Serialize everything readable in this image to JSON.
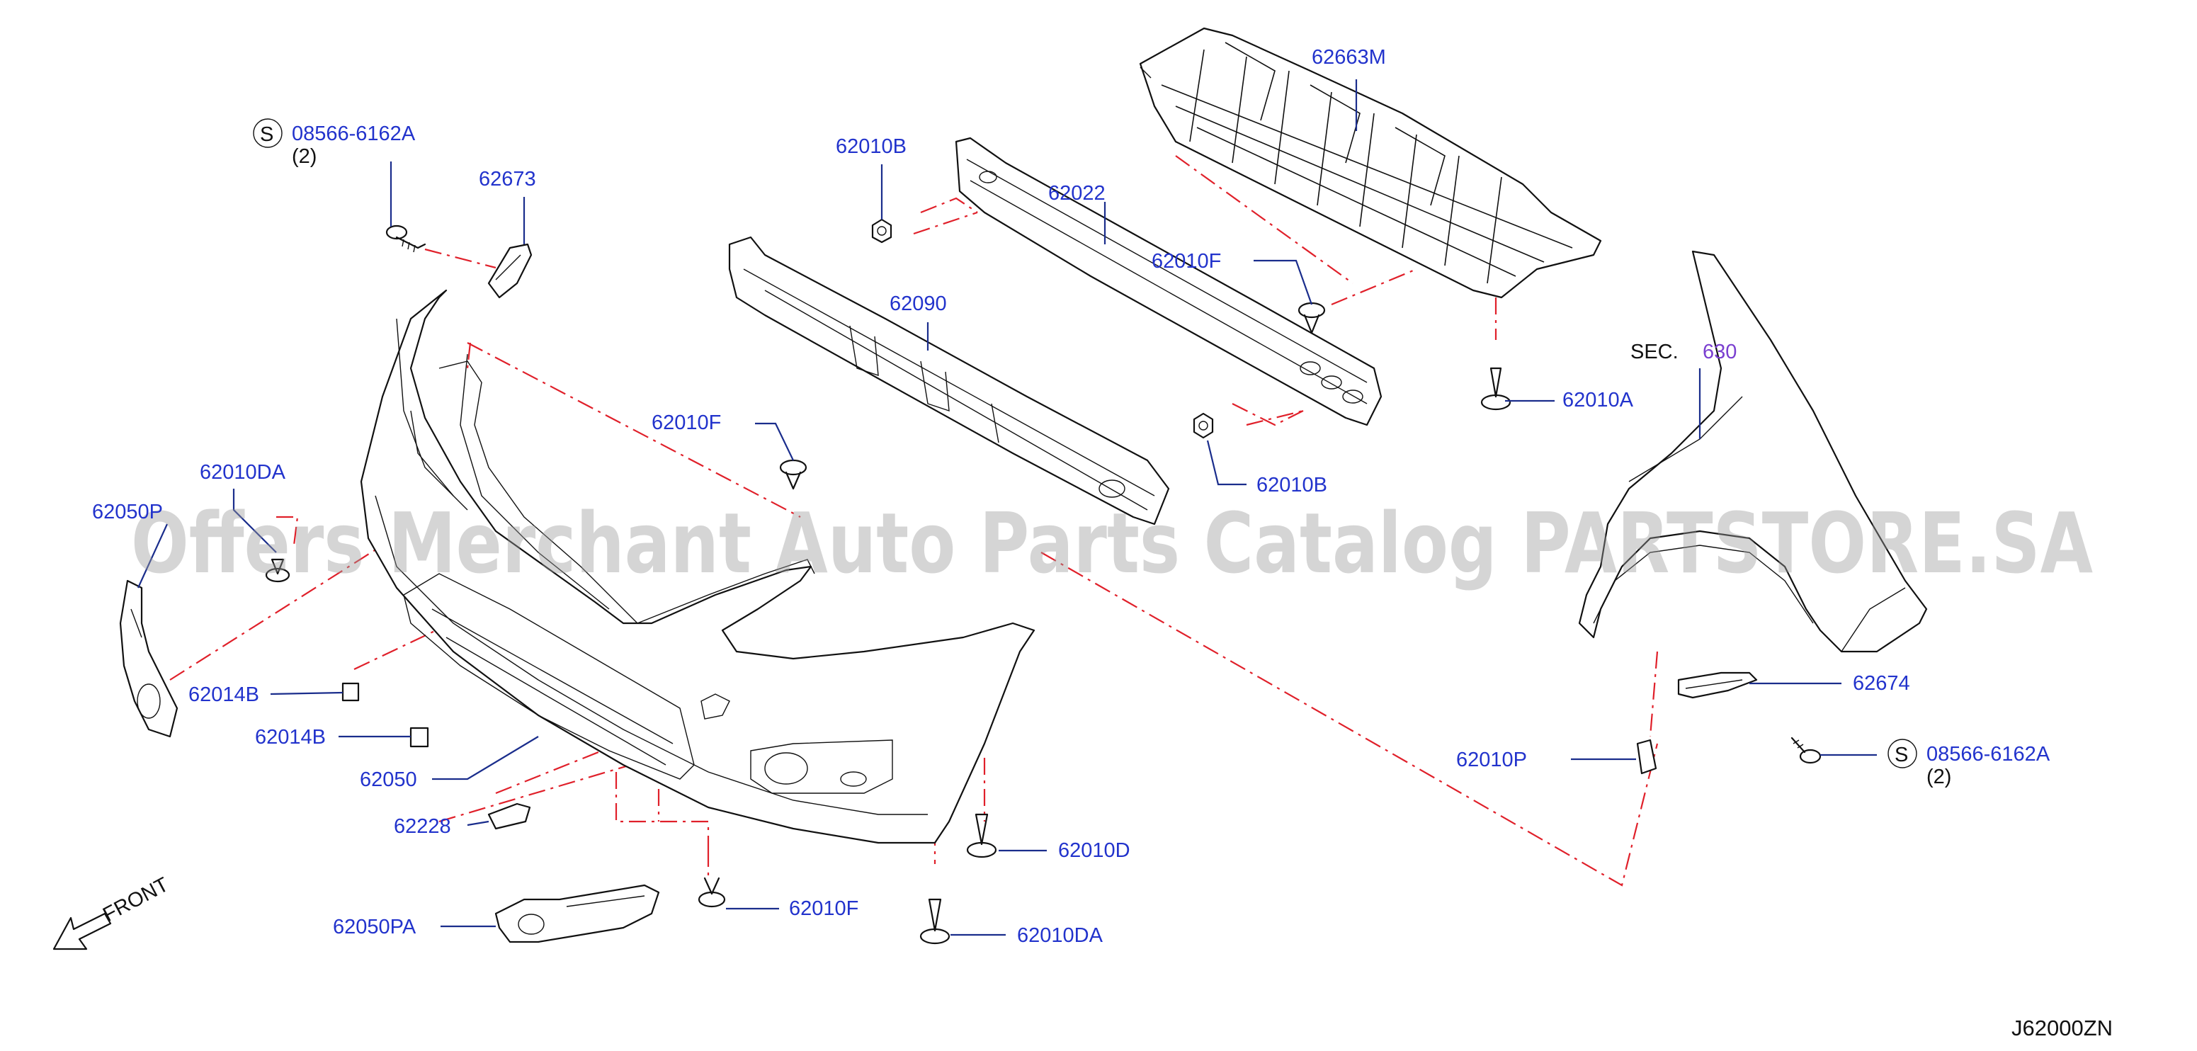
{
  "diagram_code": "J62000ZN",
  "watermark": "Offers Merchant Auto Parts Catalog PARTSTORE.SA",
  "front_label": "FRONT",
  "section_ref": {
    "prefix": "SEC.",
    "number": "630"
  },
  "screw_symbol": "S",
  "parts": {
    "p62663M": "62663M",
    "p08566_left": "08566-6162A",
    "p08566_left_qty": "(2)",
    "p62673": "62673",
    "p62010B_top": "62010B",
    "p62022": "62022",
    "p62010F_top": "62010F",
    "p62090": "62090",
    "p62010F_mid": "62010F",
    "p62010A": "62010A",
    "p62010B_bot": "62010B",
    "p62010DA_top": "62010DA",
    "p62050P": "62050P",
    "p62014B_1": "62014B",
    "p62014B_2": "62014B",
    "p62050": "62050",
    "p62228": "62228",
    "p62050PA": "62050PA",
    "p62010F_bot": "62010F",
    "p62010D": "62010D",
    "p62010DA_bot": "62010DA",
    "p62674": "62674",
    "p62010P": "62010P",
    "p08566_right": "08566-6162A",
    "p08566_right_qty": "(2)"
  }
}
